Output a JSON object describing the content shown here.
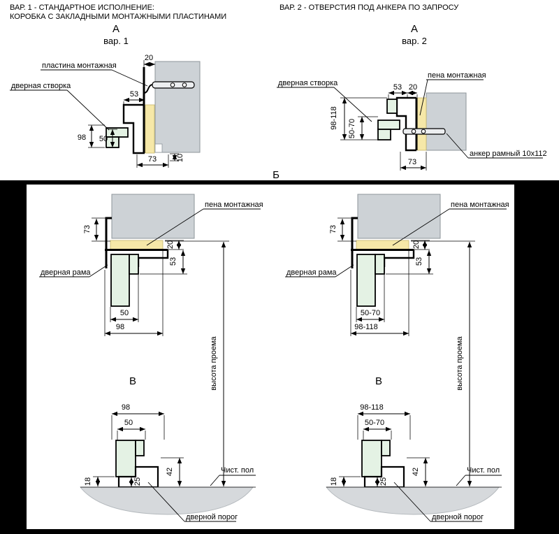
{
  "header": {
    "var1_title_line1": "ВАР. 1 - СТАНДАРТНОЕ ИСПОЛНЕНИЕ:",
    "var1_title_line2": "КОРОБКА С ЗАКЛАДНЫМИ МОНТАЖНЫМИ ПЛАСТИНАМИ",
    "var2_title": "ВАР. 2 - ОТВЕРСТИЯ ПОД АНКЕРА ПО ЗАПРОСУ"
  },
  "sections": {
    "a_letter": "А",
    "b_letter": "Б",
    "v_letter": "В",
    "var1_caption": "вар. 1",
    "var2_caption": "вар. 2"
  },
  "diagram_a_var1": {
    "label_plate": "пластина монтажная",
    "label_leaf": "дверная створка",
    "dim_20": "20",
    "dim_53": "53",
    "dim_98": "98",
    "dim_50": "50",
    "dim_73": "73",
    "dim_10": "10"
  },
  "diagram_a_var2": {
    "label_leaf": "дверная створка",
    "label_foam": "пена монтажная",
    "label_anchor": "анкер рамный 10х112",
    "dim_53": "53",
    "dim_20": "20",
    "dim_98_118": "98-118",
    "dim_50_70": "50-70",
    "dim_73": "73"
  },
  "diagram_b_left": {
    "label_foam": "пена монтажная",
    "label_frame": "дверная рама",
    "dim_73": "73",
    "dim_20": "20",
    "dim_53": "53",
    "dim_50": "50",
    "dim_98": "98",
    "label_height": "высота проема"
  },
  "diagram_b_right": {
    "label_foam": "пена монтажная",
    "label_frame": "дверная рама",
    "dim_73": "73",
    "dim_20": "20",
    "dim_53": "53",
    "dim_50_70": "50-70",
    "dim_98_118": "98-118",
    "label_height": "высота проема"
  },
  "diagram_v_left": {
    "dim_98": "98",
    "dim_50": "50",
    "dim_42": "42",
    "dim_25": "25",
    "dim_18": "18",
    "label_floor": "Чист. пол",
    "label_threshold": "дверной порог"
  },
  "diagram_v_right": {
    "dim_98_118": "98-118",
    "dim_50_70": "50-70",
    "dim_42": "42",
    "dim_25": "25",
    "dim_18": "18",
    "label_floor": "Чист. пол",
    "label_threshold": "дверной порог"
  },
  "colors": {
    "wall_gray": "#cdd2d6",
    "foam_yellow": "#f6e8a8",
    "leaf_green": "#e4f2e4",
    "floor_gray": "#d6d9dc",
    "line_black": "#000000",
    "panel_white": "#ffffff",
    "background_black": "#000000"
  }
}
